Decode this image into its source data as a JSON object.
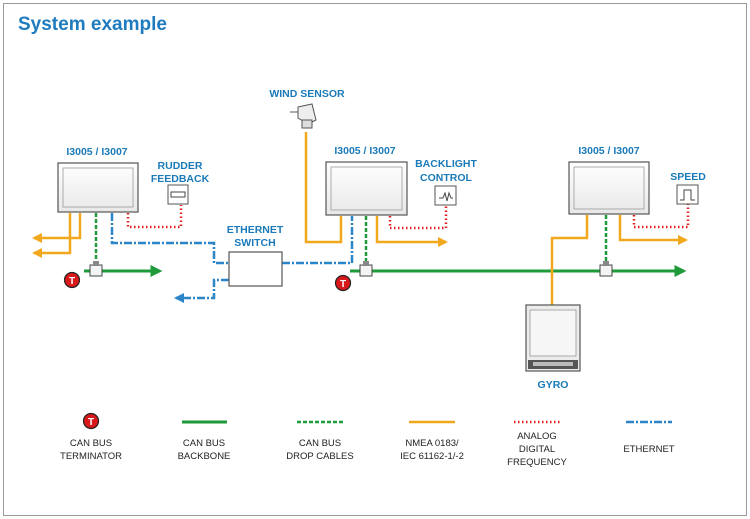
{
  "title": "System example",
  "labels": {
    "wind_sensor": "WIND SENSOR",
    "display_left": "I3005 / I3007",
    "display_center": "I3005 / I3007",
    "display_right": "I3005 / I3007",
    "rudder_1": "RUDDER",
    "rudder_2": "FEEDBACK",
    "backlight_1": "BACKLIGHT",
    "backlight_2": "CONTROL",
    "speed": "SPEED",
    "ethernet_1": "ETHERNET",
    "ethernet_2": "SWITCH",
    "gyro": "GYRO",
    "terminator_symbol": "T"
  },
  "legend": [
    {
      "key": "terminator",
      "line1": "CAN BUS",
      "line2": "TERMINATOR",
      "line3": ""
    },
    {
      "key": "backbone",
      "line1": "CAN BUS",
      "line2": "BACKBONE",
      "line3": ""
    },
    {
      "key": "drop",
      "line1": "CAN BUS",
      "line2": "DROP CABLES",
      "line3": ""
    },
    {
      "key": "nmea",
      "line1": "NMEA 0183/",
      "line2": "IEC 61162-1/-2",
      "line3": ""
    },
    {
      "key": "analog",
      "line1": "ANALOG",
      "line2": "DIGITAL",
      "line3": "FREQUENCY"
    },
    {
      "key": "ethernet",
      "line1": "ETHERNET",
      "line2": "",
      "line3": ""
    }
  ],
  "colors": {
    "accent": "#1b7ab9",
    "canbus_backbone": "#1e9a3a",
    "canbus_drop": "#1e9a3a",
    "nmea": "#f2a81d",
    "analog": "#e02020",
    "ethernet": "#2a86c8",
    "terminator": "#d7191c"
  }
}
